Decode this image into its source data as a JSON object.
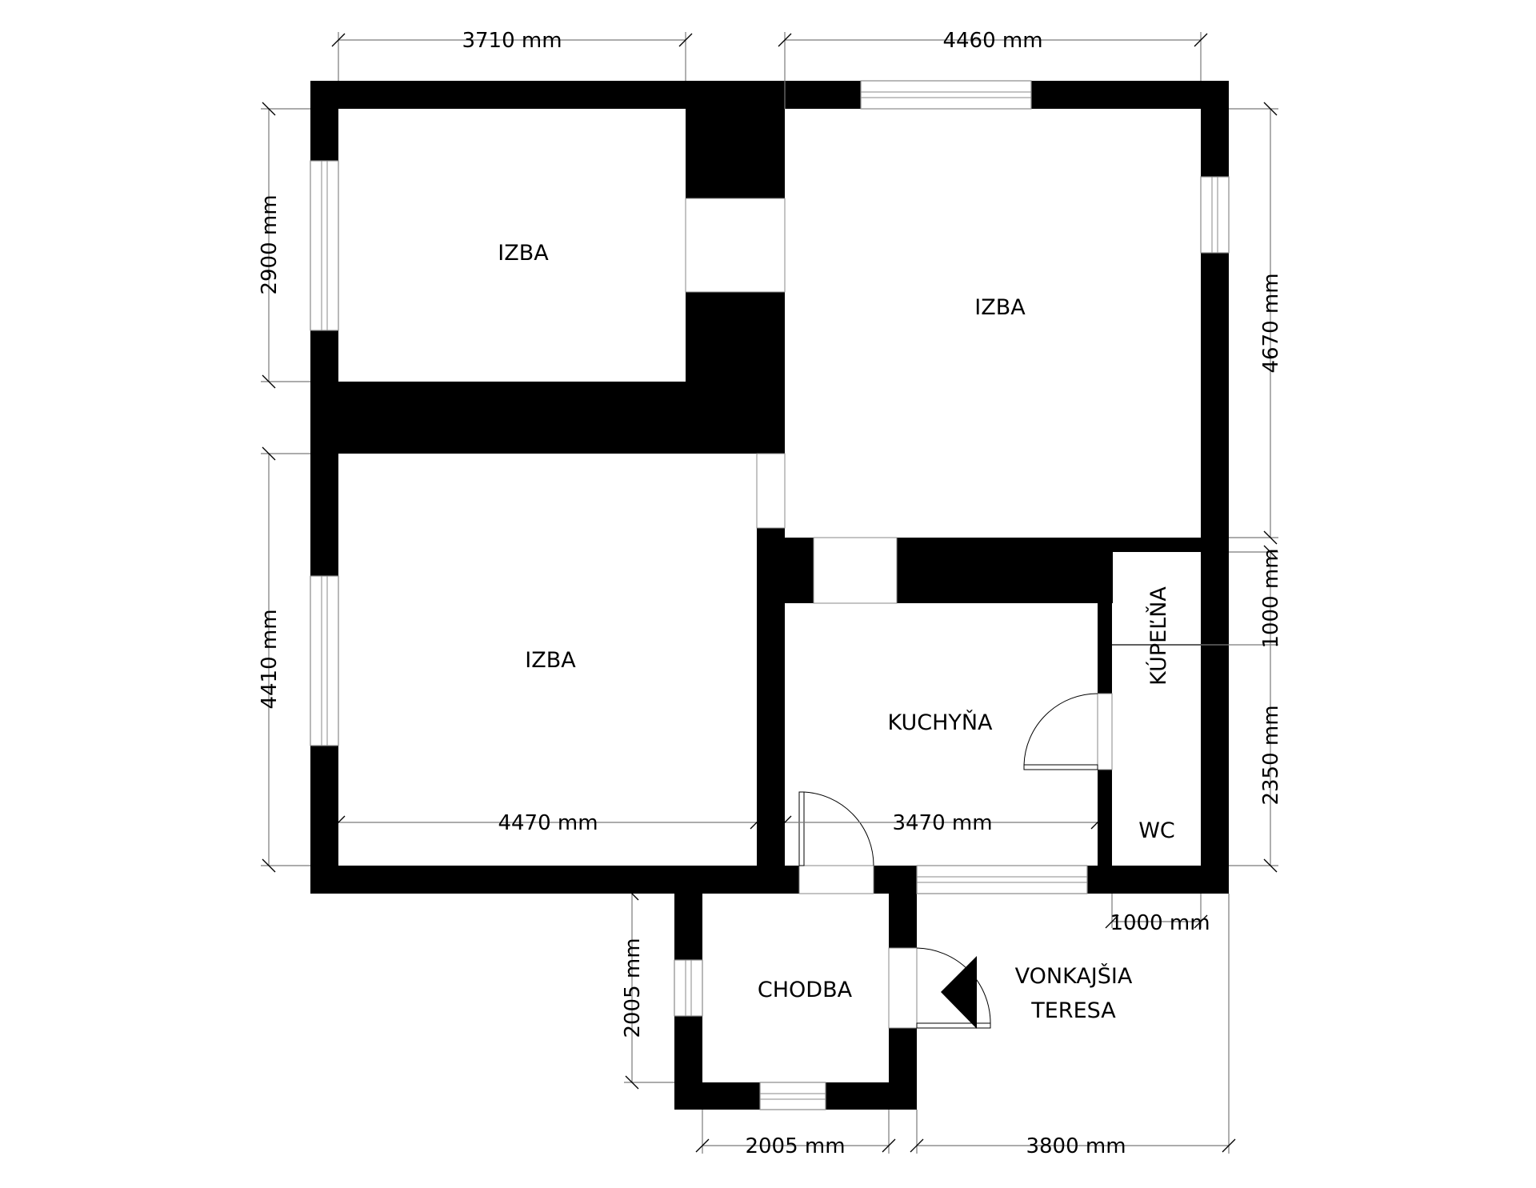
{
  "rooms": {
    "izba_top_left": "IZBA",
    "izba_top_right": "IZBA",
    "izba_bottom_left": "IZBA",
    "kuchyna": "KUCHYŇA",
    "kupelna": "KÚPEĽŇA",
    "wc": "WC",
    "chodba": "CHODBA",
    "terrace_line1": "VONKAJŠIA",
    "terrace_line2": "TERESA"
  },
  "dimensions": {
    "top_left": "3710 mm",
    "top_right": "4460 mm",
    "left_upper": "2900 mm",
    "left_lower": "4410 mm",
    "right_upper": "4670 mm",
    "right_middle": "1000 mm",
    "right_lower": "2350 mm",
    "inner_izba_width": "4470 mm",
    "inner_kitchen_width": "3470 mm",
    "wc_width": "1000 mm",
    "chodba_height": "2005 mm",
    "chodba_width": "2005 mm",
    "terrace_width": "3800 mm"
  },
  "colors": {
    "wall": "#000000",
    "dimension_line": "#7a7a7a",
    "background": "#ffffff"
  }
}
